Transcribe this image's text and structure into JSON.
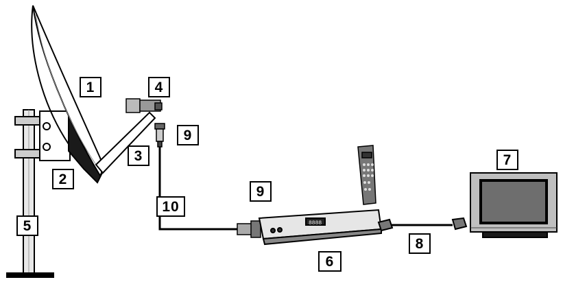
{
  "labels": {
    "dish": "1",
    "bracket": "2",
    "arm": "3",
    "lnb": "4",
    "mast": "5",
    "receiver": "6",
    "tv": "7",
    "scart": "8",
    "connector": "9",
    "receiver_top": "9",
    "cable": "10"
  },
  "receiver_display": "8888",
  "colors": {
    "line": "#000000",
    "fill": "#ffffff",
    "shade": "#9a9a9a",
    "dark": "#1a1a1a"
  }
}
